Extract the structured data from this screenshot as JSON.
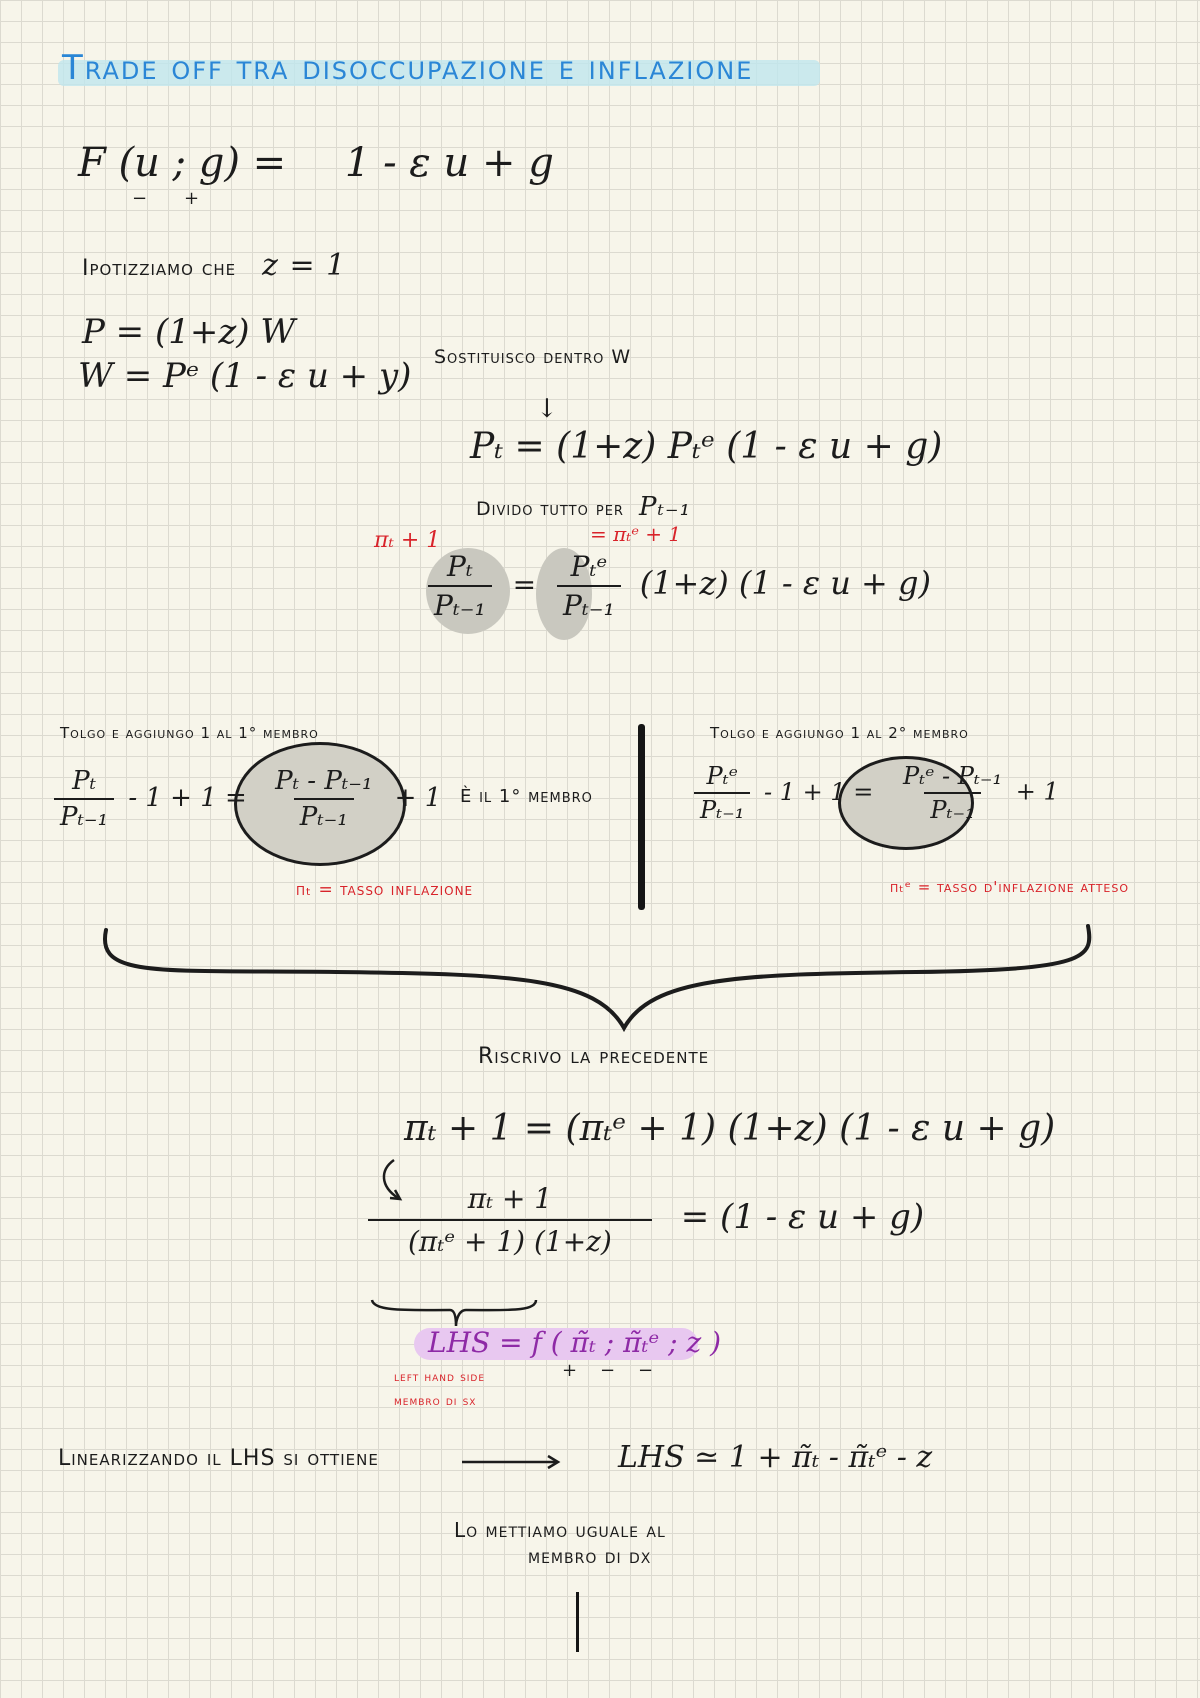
{
  "title": "Trade off tra disoccupazione e inflazione",
  "f_def": {
    "lhs": "F (u ; g) =",
    "rhs": "1 - ε u + g",
    "sign_u": "−",
    "sign_g": "+"
  },
  "hyp": {
    "label": "Ipotizziamo che",
    "expr": "z = 1"
  },
  "p_eq": "P = (1+z) W",
  "w_eq": "W = Pᵉ (1 - ε u + y)",
  "sostituisco": "Sostituisco dentro W",
  "arrow_down": "↓",
  "pt_eq": "Pₜ = (1+z) Pₜᵉ (1 - ε u + g)",
  "divido": {
    "label": "Divido tutto per",
    "expr": "Pₜ₋₁"
  },
  "ratio_eq": {
    "lhs_num": "Pₜ",
    "lhs_den": "Pₜ₋₁",
    "eq": "=",
    "rhs_num": "Pₜᵉ",
    "rhs_den": "Pₜ₋₁",
    "rest": "(1+z) (1 - ε u + g)",
    "ann_left": "πₜ + 1",
    "ann_right": "= πₜᵉ + 1"
  },
  "left_block": {
    "heading": "Tolgo e aggiungo 1 al 1° membro",
    "frac_num": "Pₜ",
    "frac_den": "Pₜ₋₁",
    "mid": "- 1 + 1 =",
    "inner_num": "Pₜ - Pₜ₋₁",
    "inner_den": "Pₜ₋₁",
    "plus1": "+ 1",
    "note_red": "πₜ = tasso inflazione"
  },
  "middle_note": "È il 1° membro",
  "right_block": {
    "heading": "Tolgo e aggiungo 1 al 2° membro",
    "frac_num": "Pₜᵉ",
    "frac_den": "Pₜ₋₁",
    "mid": "- 1 + 1 =",
    "inner_num": "Pₜᵉ - Pₜ₋₁",
    "inner_den": "Pₜ₋₁",
    "plus1": "+ 1",
    "note_red": "πₜᵉ = tasso d'inflazione atteso"
  },
  "riscrivo": "Riscrivo la precedente",
  "eq_pi": "πₜ + 1 = (πₜᵉ + 1) (1+z) (1 - ε u + g)",
  "eq_lhs": {
    "num": "πₜ + 1",
    "den": "(πₜᵉ + 1) (1+z)",
    "rhs": "= (1 - ε u + g)"
  },
  "lhs_f": {
    "expr": "LHS = f ( π̃ₜ ; π̃ₜᵉ ; z )",
    "signs": "+    −    −"
  },
  "lhs_note1": "left hand side",
  "lhs_note2": "membro di sx",
  "linear": {
    "text": "Linearizzando il LHS si ottiene",
    "result": "LHS ≃ 1 + π̃ₜ - π̃ₜᵉ - z"
  },
  "lo_mettiamo": "Lo mettiamo uguale al",
  "membro_dx": "membro di dx"
}
